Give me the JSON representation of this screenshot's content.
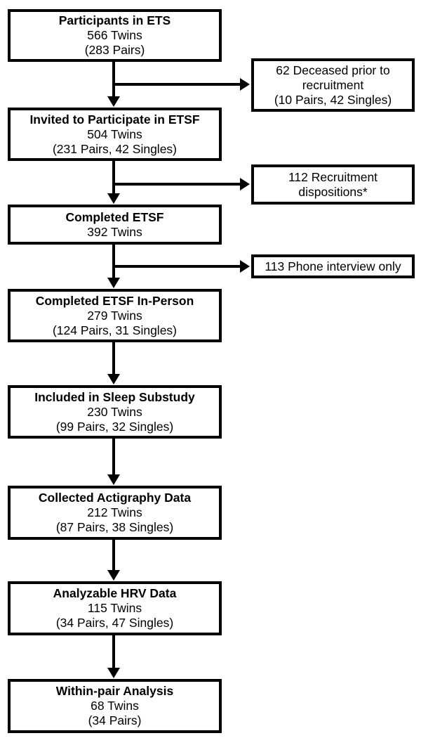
{
  "flow": {
    "main": [
      {
        "title": "Participants in ETS",
        "twins": "566 Twins",
        "detail": "(283 Pairs)"
      },
      {
        "title": "Invited to Participate in ETSF",
        "twins": "504 Twins",
        "detail": "(231 Pairs, 42 Singles)"
      },
      {
        "title": "Completed ETSF",
        "twins": "392 Twins",
        "detail": ""
      },
      {
        "title": "Completed ETSF In-Person",
        "twins": "279 Twins",
        "detail": "(124 Pairs, 31 Singles)"
      },
      {
        "title": "Included in Sleep Substudy",
        "twins": "230 Twins",
        "detail": "(99 Pairs, 32 Singles)"
      },
      {
        "title": "Collected Actigraphy Data",
        "twins": "212 Twins",
        "detail": "(87 Pairs, 38 Singles)"
      },
      {
        "title": "Analyzable HRV Data",
        "twins": "115 Twins",
        "detail": "(34 Pairs, 47 Singles)"
      },
      {
        "title": "Within-pair Analysis",
        "twins": "68 Twins",
        "detail": "(34 Pairs)"
      }
    ],
    "side": [
      {
        "text": "62 Deceased prior to recruitment",
        "detail": "(10 Pairs, 42 Singles)"
      },
      {
        "text": "112 Recruitment dispositions*",
        "detail": ""
      },
      {
        "text": "113 Phone interview only",
        "detail": ""
      }
    ],
    "colors": {
      "line": "#000000",
      "border": "#000000",
      "text": "#000000",
      "background": "#ffffff"
    }
  }
}
